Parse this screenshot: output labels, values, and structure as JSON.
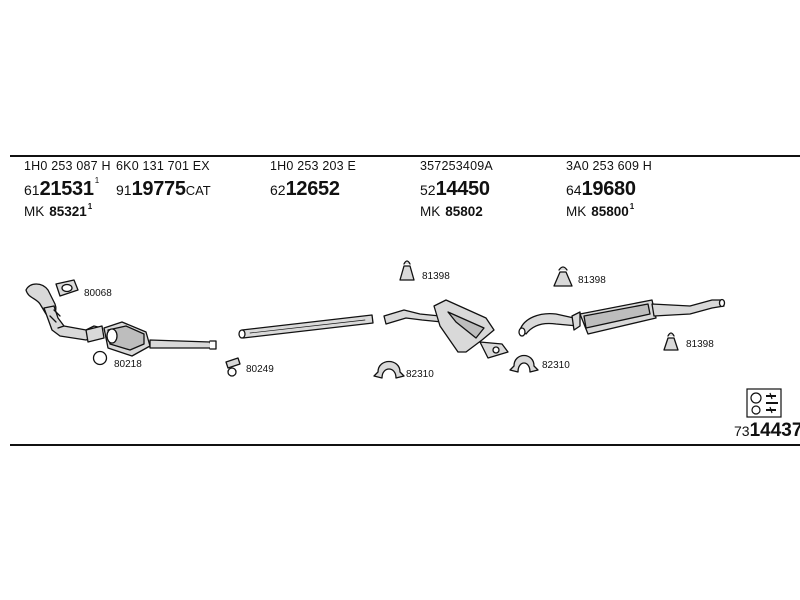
{
  "columns": [
    {
      "oem": "1H0 253 087 H",
      "prefix": "61",
      "number": "21531",
      "suffix": "",
      "sup": "1",
      "mk_prefix": "MK",
      "mk": "85321",
      "mk_sup": "1"
    },
    {
      "oem": "6K0 131 701 EX",
      "prefix": "91",
      "number": "19775",
      "suffix": "CAT",
      "sup": "",
      "mk_prefix": "",
      "mk": "",
      "mk_sup": ""
    },
    {
      "oem": "1H0 253 203 E",
      "prefix": "62",
      "number": "12652",
      "suffix": "",
      "sup": "",
      "mk_prefix": "",
      "mk": "",
      "mk_sup": ""
    },
    {
      "oem": "357253409A",
      "prefix": "52",
      "number": "14450",
      "suffix": "",
      "sup": "",
      "mk_prefix": "MK",
      "mk": "85802",
      "mk_sup": ""
    },
    {
      "oem": "3A0 253 609 H",
      "prefix": "64",
      "number": "19680",
      "suffix": "",
      "sup": "",
      "mk_prefix": "MK",
      "mk": "85800",
      "mk_sup": "1"
    }
  ],
  "labels": {
    "gasket": "80068",
    "ring": "80218",
    "bracket_mid": "80249",
    "hanger_1": "81398",
    "hanger_2": "81398",
    "hanger_3": "81398",
    "clamp_1": "82310",
    "clamp_2": "82310"
  },
  "kit": {
    "prefix": "73",
    "number": "14437",
    "icon": "mounting-kit-icon"
  },
  "colors": {
    "ink": "#111111",
    "part_fill": "#d9d9d9"
  }
}
